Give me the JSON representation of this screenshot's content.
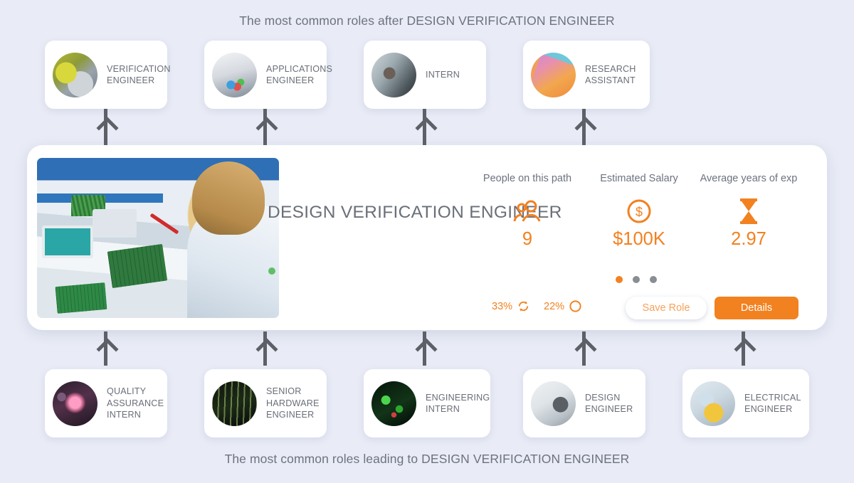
{
  "headings": {
    "top": "The most common roles after DESIGN VERIFICATION ENGINEER",
    "bottom": "The most common roles leading to DESIGN VERIFICATION ENGINEER"
  },
  "colors": {
    "accent": "#f28120",
    "accent_light": "#f7a15a",
    "background": "#e9ecf6",
    "card": "#ffffff",
    "text": "#6a6f78",
    "status_green": "#5fbf68",
    "connector": "#5d6066",
    "dot_inactive": "#8a8d93"
  },
  "next_roles": [
    {
      "label": "VERIFICATION ENGINEER",
      "thumb": "verification-engineer-photo"
    },
    {
      "label": "APPLICATIONS ENGINEER",
      "thumb": "applications-engineer-photo"
    },
    {
      "label": "INTERN",
      "thumb": "intern-photo"
    },
    {
      "label": "RESEARCH ASSISTANT",
      "thumb": "research-assistant-photo"
    }
  ],
  "previous_roles": [
    {
      "label": "QUALITY ASSURANCE INTERN",
      "thumb": "quality-assurance-intern-photo"
    },
    {
      "label": "SENIOR HARDWARE ENGINEER",
      "thumb": "senior-hardware-engineer-photo"
    },
    {
      "label": "ENGINEERING INTERN",
      "thumb": "engineering-intern-photo"
    },
    {
      "label": "DESIGN ENGINEER",
      "thumb": "design-engineer-photo"
    },
    {
      "label": "ELECTRICAL ENGINEER",
      "thumb": "electrical-engineer-photo"
    }
  ],
  "main_card": {
    "title": "DESIGN VERIFICATION ENGINEER",
    "photo": "engineer-soldering-circuit-board-photo",
    "status_dot": "active",
    "stats": [
      {
        "label": "People on this path",
        "value": "9",
        "icon": "people-icon"
      },
      {
        "label": "Estimated Salary",
        "value": "$100K",
        "icon": "dollar-coin-icon"
      },
      {
        "label": "Average years of exp",
        "value": "2.97",
        "icon": "hourglass-icon"
      }
    ],
    "percentages": [
      {
        "value": "33%",
        "icon": "refresh-cycle-icon"
      },
      {
        "value": "22%",
        "icon": "circle-outline-icon"
      }
    ],
    "pager": {
      "total": 3,
      "active_index": 0
    },
    "save_label": "Save Role",
    "details_label": "Details"
  }
}
